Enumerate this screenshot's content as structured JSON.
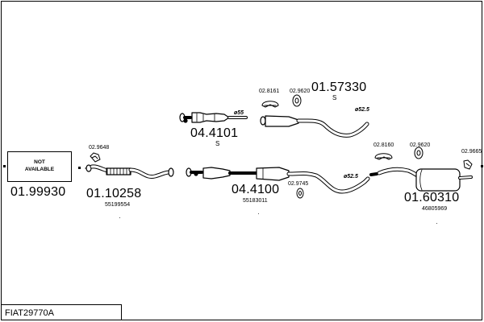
{
  "not_available": {
    "line1": "NOT",
    "line2": "AVAILABLE"
  },
  "parts": {
    "p1": {
      "number": "01.99930"
    },
    "p2": {
      "number": "01.10258",
      "oe": "55199554"
    },
    "p3": {
      "number": "04.4101",
      "sub": "S"
    },
    "p4": {
      "number": "01.57330",
      "sub": "S"
    },
    "p5": {
      "number": "04.4100",
      "oe": "55183011"
    },
    "p6": {
      "number": "01.60310",
      "oe": "46805969"
    }
  },
  "accessories": {
    "a1": "02.9648",
    "a2": "02.8161",
    "a3": "02.9620",
    "a4": "02.9745",
    "a5": "02.8160",
    "a6": "02.9620",
    "a7": "02.9665"
  },
  "diameters": {
    "d1": "ø55",
    "d2": "ø52.5",
    "d3": "ø52.5"
  },
  "footer": {
    "code": "FIAT29770A"
  }
}
